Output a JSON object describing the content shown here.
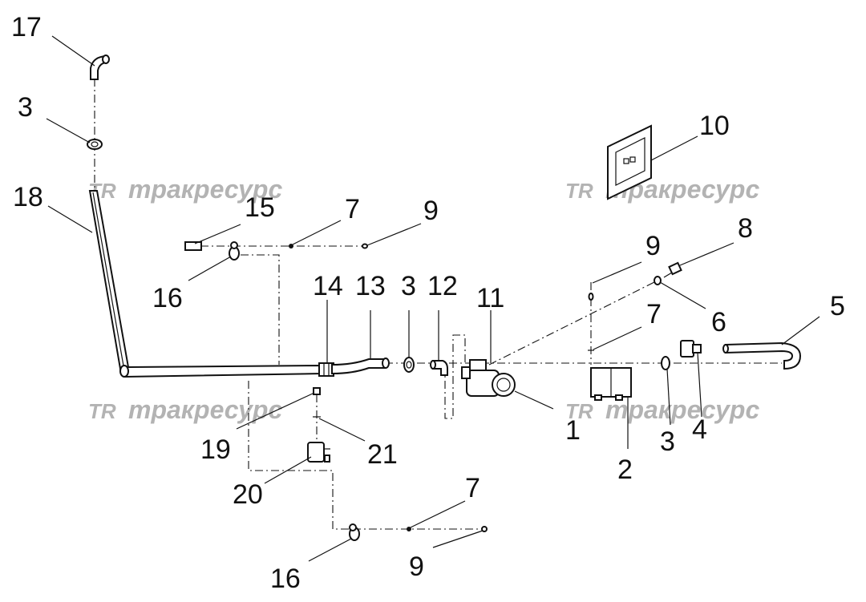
{
  "callouts": {
    "c17": "17",
    "c3a": "3",
    "c18": "18",
    "c15": "15",
    "c7a": "7",
    "c9a": "9",
    "c16a": "16",
    "c14": "14",
    "c13": "13",
    "c3b": "3",
    "c12": "12",
    "c11": "11",
    "c10": "10",
    "c8": "8",
    "c9b": "9",
    "c6": "6",
    "c5": "5",
    "c7b": "7",
    "c1": "1",
    "c2": "2",
    "c3c": "3",
    "c4": "4",
    "c19": "19",
    "c21": "21",
    "c20": "20",
    "c7c": "7",
    "c9c": "9",
    "c16b": "16"
  },
  "watermark": {
    "logo": "TR",
    "text": "тракресурс"
  }
}
